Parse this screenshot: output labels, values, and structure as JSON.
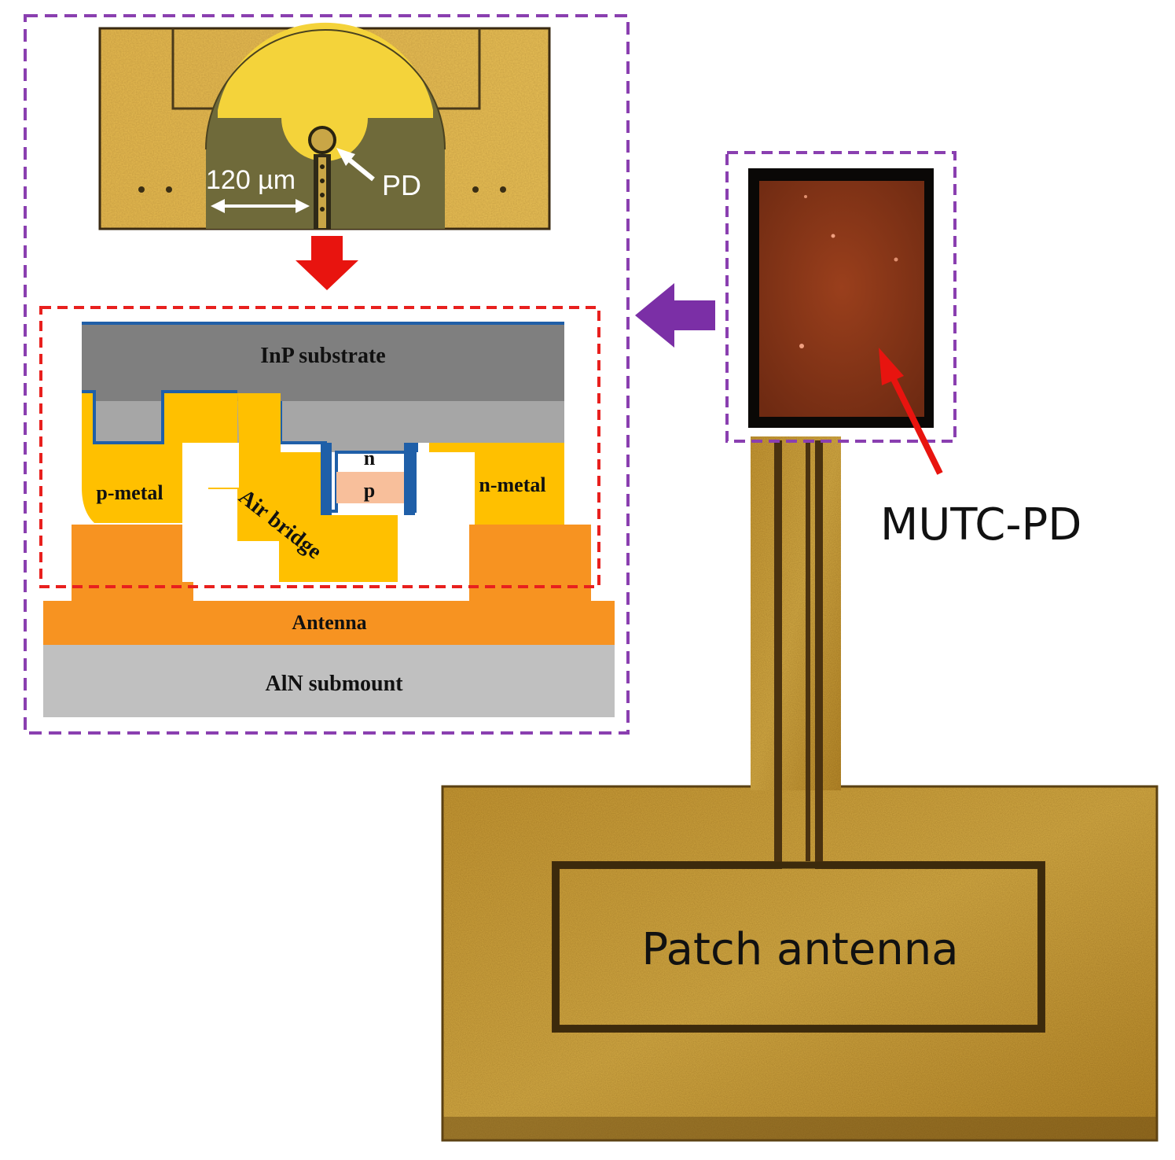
{
  "chip_photo": {
    "scale_label": "120 µm",
    "pd_label": "PD"
  },
  "cross_section": {
    "layers": {
      "inp_substrate": "InP substrate",
      "p_metal": "p-metal",
      "n_metal": "n-metal",
      "n_region": "n",
      "p_region": "p",
      "air_bridge": "Air bridge",
      "antenna": "Antenna",
      "aln_submount": "AlN submount"
    }
  },
  "device_photo": {
    "mutc_pd_label": "MUTC-PD",
    "patch_antenna_label": "Patch antenna"
  },
  "colors": {
    "purple_dashed_box": "#8a3fb0",
    "red_dashed_box": "#e8201e",
    "red_arrow": "#e8140f",
    "purple_arrow": "#7b2fa6",
    "gold_metal": "#ffc000",
    "antenna_orange": "#f79321",
    "inp_gray": "#7f7f7f",
    "light_gray": "#a6a6a6",
    "submount_gray": "#c0c0c0",
    "blue_passivation": "#1f5fa8",
    "p_region_pink": "#f8bf9b",
    "photo_gold": "#c9a23c",
    "chip_red_brown": "#8a3a1a"
  }
}
